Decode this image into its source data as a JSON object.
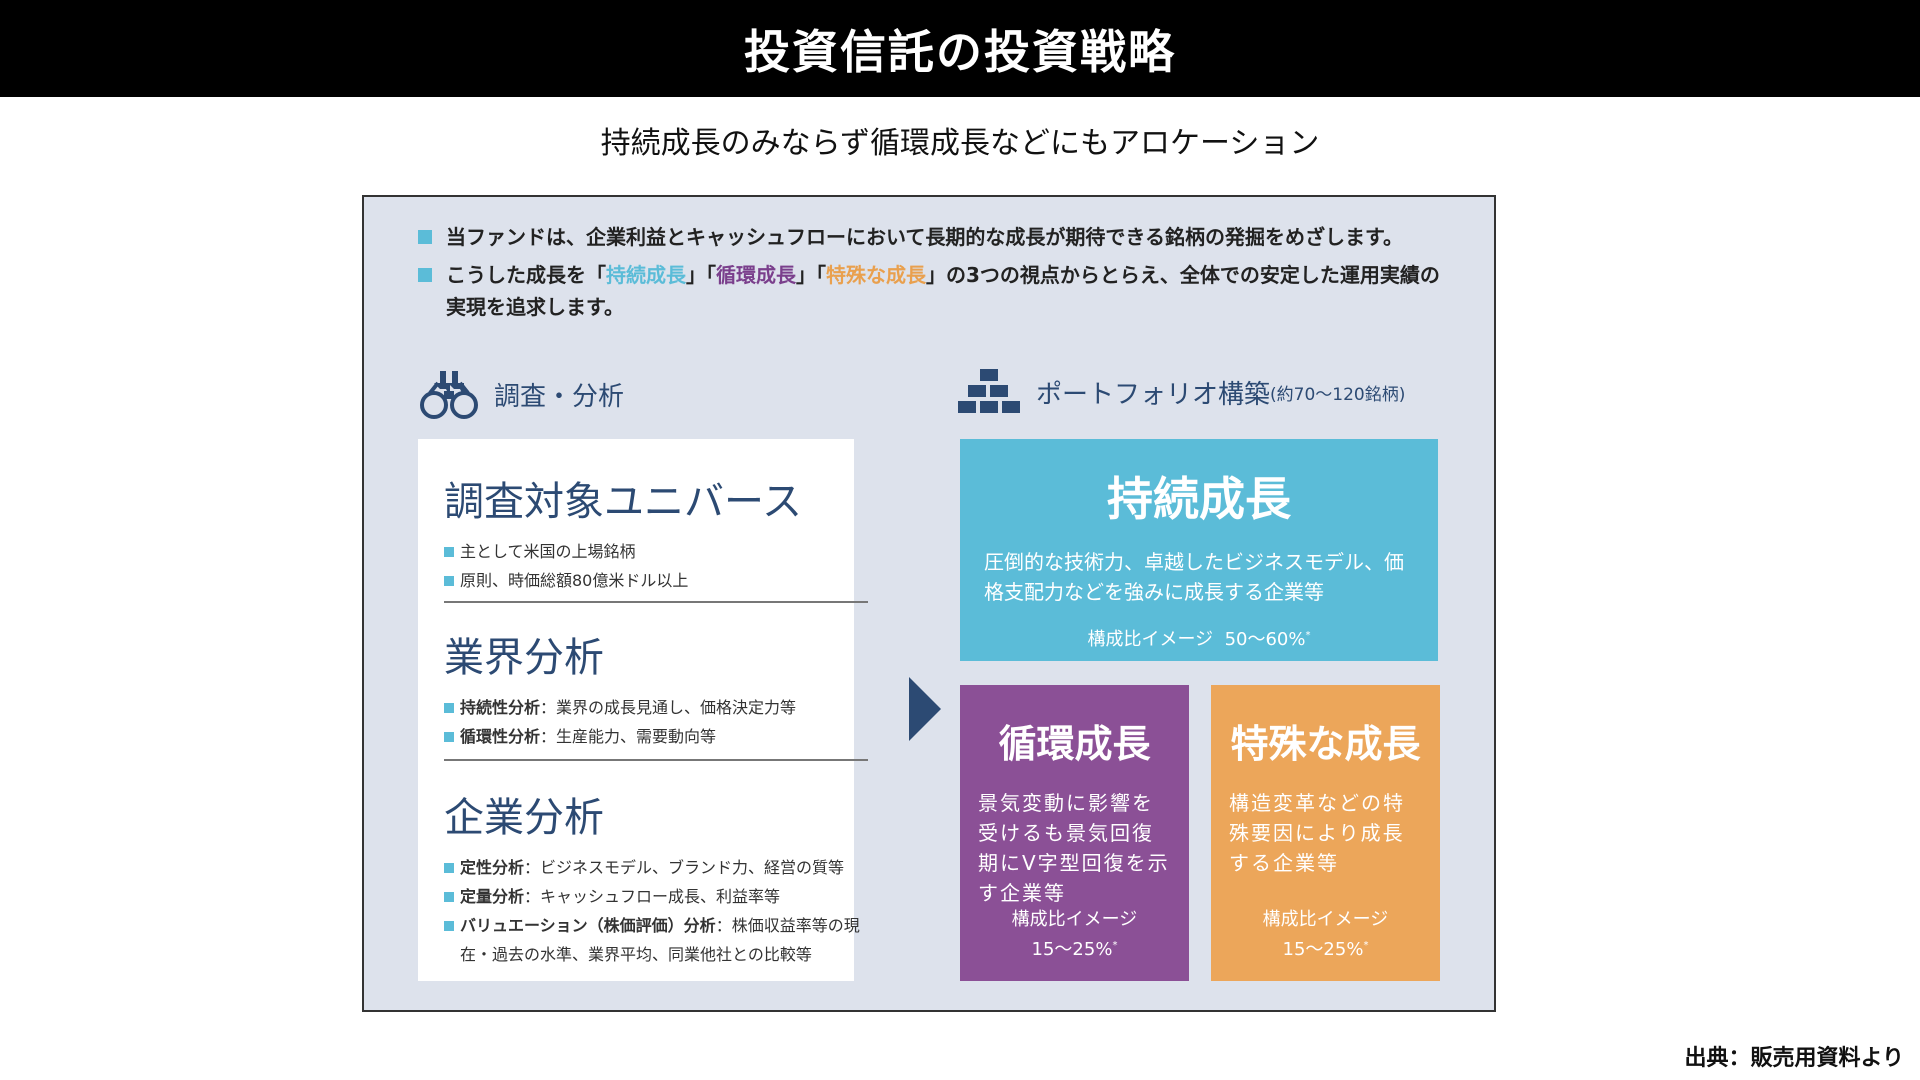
{
  "title": "投資信託の投資戦略",
  "subtitle": "持続成長のみならず循環成長などにもアロケーション",
  "bullets": {
    "b1": "当ファンドは、企業利益とキャッシュフローにおいて長期的な成長が期待できる銘柄の発掘をめざします。",
    "b2_pre": "こうした成長を「",
    "b2_sus": "持続成長",
    "b2_mid1": "」「",
    "b2_cyc": "循環成長",
    "b2_mid2": "」「",
    "b2_spe": "特殊な成長",
    "b2_post": "」の3つの視点からとらえ、全体での安定した運用実績の実現を追求します。"
  },
  "left_heading": "調査・分析",
  "right_heading": "ポートフォリオ構築",
  "right_heading_note": "(約70～120銘柄)",
  "universe": {
    "title": "調査対象ユニバース",
    "items": [
      "主として米国の上場銘柄",
      "原則、時価総額80億米ドル以上"
    ]
  },
  "industry": {
    "title": "業界分析",
    "items": [
      {
        "key": "持続性分析",
        "text": "：業界の成長見通し、価格決定力等"
      },
      {
        "key": "循環性分析",
        "text": "：生産能力、需要動向等"
      }
    ]
  },
  "company": {
    "title": "企業分析",
    "items": [
      {
        "key": "定性分析",
        "text": "：ビジネスモデル、ブランド力、経営の質等"
      },
      {
        "key": "定量分析",
        "text": "：キャッシュフロー成長、利益率等"
      },
      {
        "key": "バリュエーション（株価評価）分析",
        "text": "：株価収益率等の現在・過去の水準、業界平均、同業他社との比較等"
      }
    ]
  },
  "cards": {
    "sustainable": {
      "title": "持続成長",
      "desc": "圧倒的な技術力、卓越したビジネスモデル、価格支配力などを強みに成長する企業等",
      "ratio_label": "構成比イメージ",
      "ratio": "50～60%",
      "mark": "*"
    },
    "cyclical": {
      "title": "循環成長",
      "desc": "景気変動に影響を受けるも景気回復期にV字型回復を示す企業等",
      "ratio_label": "構成比イメージ",
      "ratio": "15～25%",
      "mark": "*"
    },
    "special": {
      "title": "特殊な成長",
      "desc": "構造変革などの特殊要因により成長する企業等",
      "ratio_label": "構成比イメージ",
      "ratio": "15～25%",
      "mark": "*"
    }
  },
  "source": "出典：販売用資料より",
  "colors": {
    "sustainable": "#5bbcd8",
    "cyclical": "#8b5096",
    "special": "#eca65a",
    "navy": "#2c4a73"
  }
}
